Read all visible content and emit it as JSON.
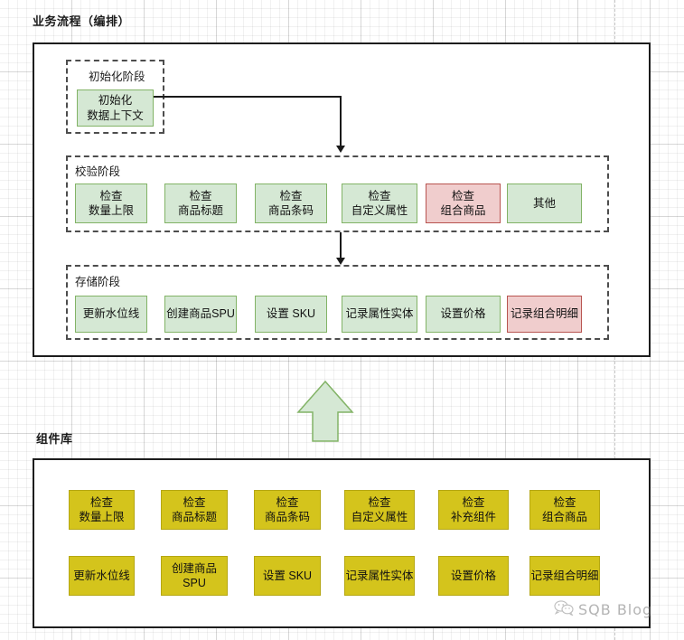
{
  "diagram": {
    "background": "#ffffff",
    "grid_color": "#e8e8e8"
  },
  "sections": {
    "process": {
      "title": "业务流程（编排）",
      "stages": [
        {
          "label": "初始化阶段",
          "nodes": [
            {
              "text": "初始化\n数据上下文",
              "color": "green"
            }
          ]
        },
        {
          "label": "校验阶段",
          "nodes": [
            {
              "text": "检查\n数量上限",
              "color": "green"
            },
            {
              "text": "检查\n商品标题",
              "color": "green"
            },
            {
              "text": "检查\n商品条码",
              "color": "green"
            },
            {
              "text": "检查\n自定义属性",
              "color": "green"
            },
            {
              "text": "检查\n组合商品",
              "color": "red"
            },
            {
              "text": "其他",
              "color": "green"
            }
          ]
        },
        {
          "label": "存储阶段",
          "nodes": [
            {
              "text": "更新水位线",
              "color": "green"
            },
            {
              "text": "创建商品SPU",
              "color": "green"
            },
            {
              "text": "设置 SKU",
              "color": "green"
            },
            {
              "text": "记录属性实体",
              "color": "green"
            },
            {
              "text": "设置价格",
              "color": "green"
            },
            {
              "text": "记录组合明细",
              "color": "red"
            }
          ]
        }
      ]
    },
    "library": {
      "title": "组件库",
      "rows": [
        {
          "nodes": [
            {
              "text": "检查\n数量上限",
              "color": "yellow"
            },
            {
              "text": "检查\n商品标题",
              "color": "yellow"
            },
            {
              "text": "检查\n商品条码",
              "color": "yellow"
            },
            {
              "text": "检查\n自定义属性",
              "color": "yellow"
            },
            {
              "text": "检查\n补充组件",
              "color": "yellow"
            },
            {
              "text": "检查\n组合商品",
              "color": "yellow"
            }
          ]
        },
        {
          "nodes": [
            {
              "text": "更新水位线",
              "color": "yellow"
            },
            {
              "text": "创建商品SPU",
              "color": "yellow"
            },
            {
              "text": "设置 SKU",
              "color": "yellow"
            },
            {
              "text": "记录属性实体",
              "color": "yellow"
            },
            {
              "text": "设置价格",
              "color": "yellow"
            },
            {
              "text": "记录组合明细",
              "color": "yellow"
            }
          ]
        }
      ]
    }
  },
  "connectors": {
    "init_to_validate": "初始化阶段 → 校验阶段",
    "validate_to_store": "校验阶段 → 存储阶段",
    "library_to_process": "组件库 → 业务流程"
  },
  "colors": {
    "green_fill": "#d5e8d4",
    "green_stroke": "#82b366",
    "red_fill": "#f0cdcd",
    "red_stroke": "#b85450",
    "yellow_fill": "#d4c41c",
    "yellow_stroke": "#b5a712",
    "outline": "#1d1d1d",
    "dashed": "#4d4d4d"
  },
  "watermark": {
    "text": "SQB Blog",
    "icon": "wechat-icon"
  }
}
